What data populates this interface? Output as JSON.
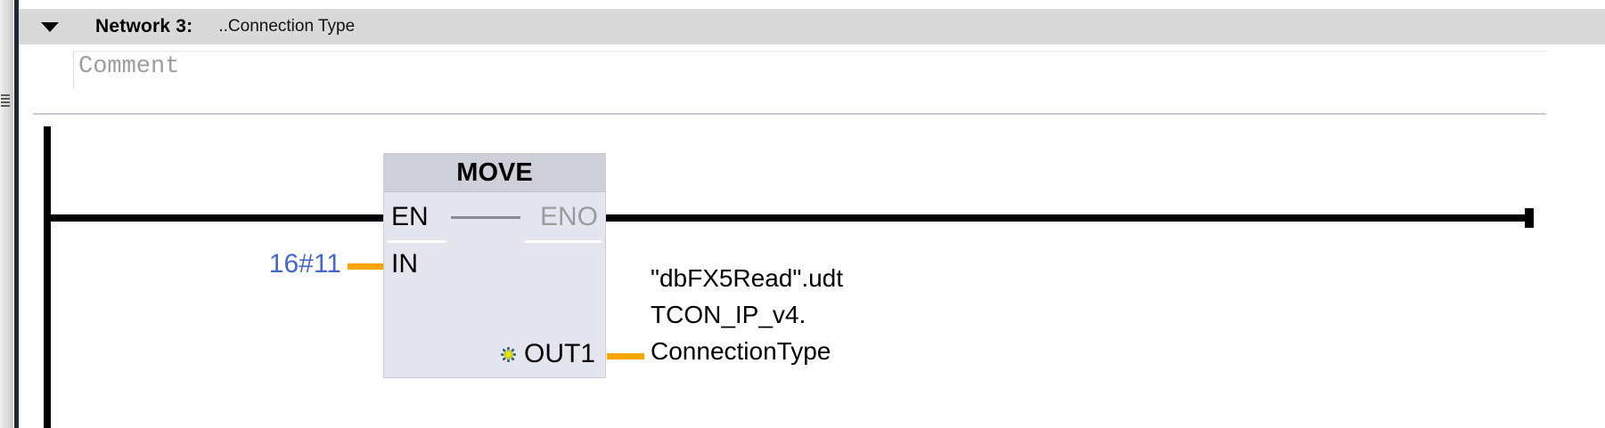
{
  "header": {
    "title": "Network 3:",
    "subtitle": "..Connection Type"
  },
  "comment": {
    "placeholder": "Comment"
  },
  "block": {
    "title": "MOVE",
    "pin_en": "EN",
    "pin_eno": "ENO",
    "pin_in": "IN",
    "pin_out1": "OUT1",
    "in_value": "16#11",
    "out_operand_lines": [
      "\"dbFX5Read\".udt",
      "TCON_IP_v4.",
      "ConnectionType"
    ]
  },
  "icons": {
    "collapse_triangle": "triangle-down",
    "dock_grip": "grip-lines",
    "out_marker": "yellow-asterisk-new-value"
  },
  "colors": {
    "header_band": "#d9d9d9",
    "dock_divider": "#1e2736",
    "block_title_bg": "#cfcfda",
    "block_body_bg": "#e5e5ef",
    "wire_orange": "#ffa500",
    "constant_blue": "#4466cc",
    "rail_black": "#000000",
    "separator_lavender": "#c9c9e1",
    "eno_gray": "#9b9b9b"
  }
}
